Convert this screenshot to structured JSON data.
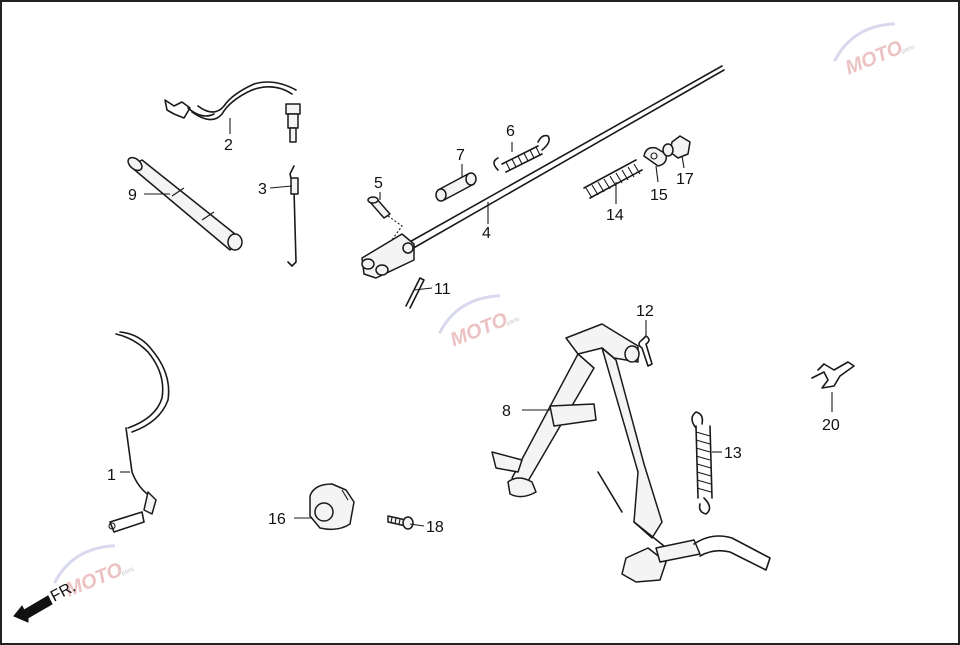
{
  "diagram": {
    "callouts": [
      "1",
      "2",
      "3",
      "4",
      "5",
      "6",
      "7",
      "8",
      "9",
      "11",
      "12",
      "13",
      "14",
      "15",
      "16",
      "17",
      "18",
      "20"
    ],
    "direction_label": "FR.",
    "watermark_text": "MOTO",
    "watermark_subtext": "parts",
    "colors": {
      "line": "#1a1a1a",
      "watermark_red": "#e06a6a",
      "watermark_blue": "#7a7ab8",
      "background": "#ffffff"
    }
  }
}
